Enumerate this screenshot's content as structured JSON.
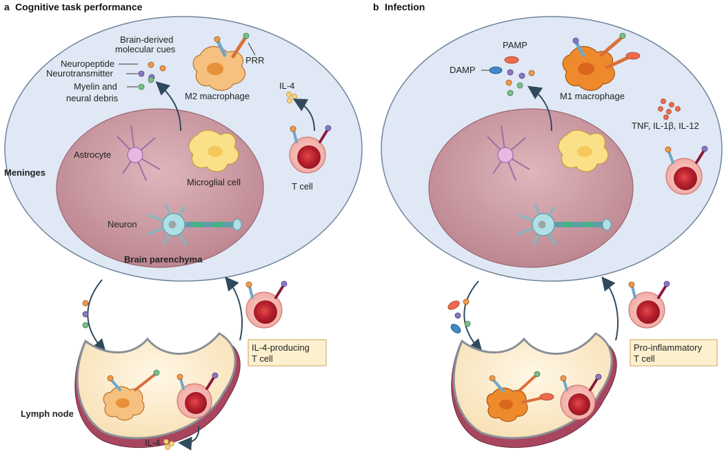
{
  "panel_a": {
    "letter": "a",
    "title": "Cognitive task performance",
    "labels": {
      "brain_derived": "Brain-derived",
      "molecular_cues": "molecular cues",
      "neuropeptide": "Neuropeptide",
      "neurotransmitter": "Neurotransmitter",
      "myelin": "Myelin and",
      "neural_debris": "neural debris",
      "prr": "PRR",
      "m2_macrophage": "M2 macrophage",
      "il4_top": "IL-4",
      "meninges": "Meninges",
      "astrocyte": "Astrocyte",
      "microglial_cell": "Microglial cell",
      "t_cell": "T cell",
      "neuron": "Neuron",
      "brain_parenchyma": "Brain parenchyma",
      "box_line1": "IL-4-producing",
      "box_line2": "T cell",
      "lymph_node": "Lymph node",
      "il4_bottom": "IL-4"
    }
  },
  "panel_b": {
    "letter": "b",
    "title": "Infection",
    "labels": {
      "pamp": "PAMP",
      "damp": "DAMP",
      "m1_macrophage": "M1 macrophage",
      "cytokines": "TNF, IL-1β, IL-12",
      "box_line1": "Pro-inflammatory",
      "box_line2": "T cell"
    }
  },
  "colors": {
    "meninges_fill": "#dfe8f4",
    "parenchyma_fill": "#c99aa3",
    "lymph_fill": "#fbeed2",
    "lymph_rim": "#a8465f",
    "t_cell": "#d9454a",
    "m2_macrophage": "#f6c07e",
    "m1_macrophage": "#ef8a2c",
    "microglia": "#fbe08a",
    "astrocyte": "#e7b8e2",
    "neuron": "#aee0e6",
    "cue_orange": "#f09a4a",
    "cue_purple": "#8a78c2",
    "cue_green": "#78c08a"
  }
}
